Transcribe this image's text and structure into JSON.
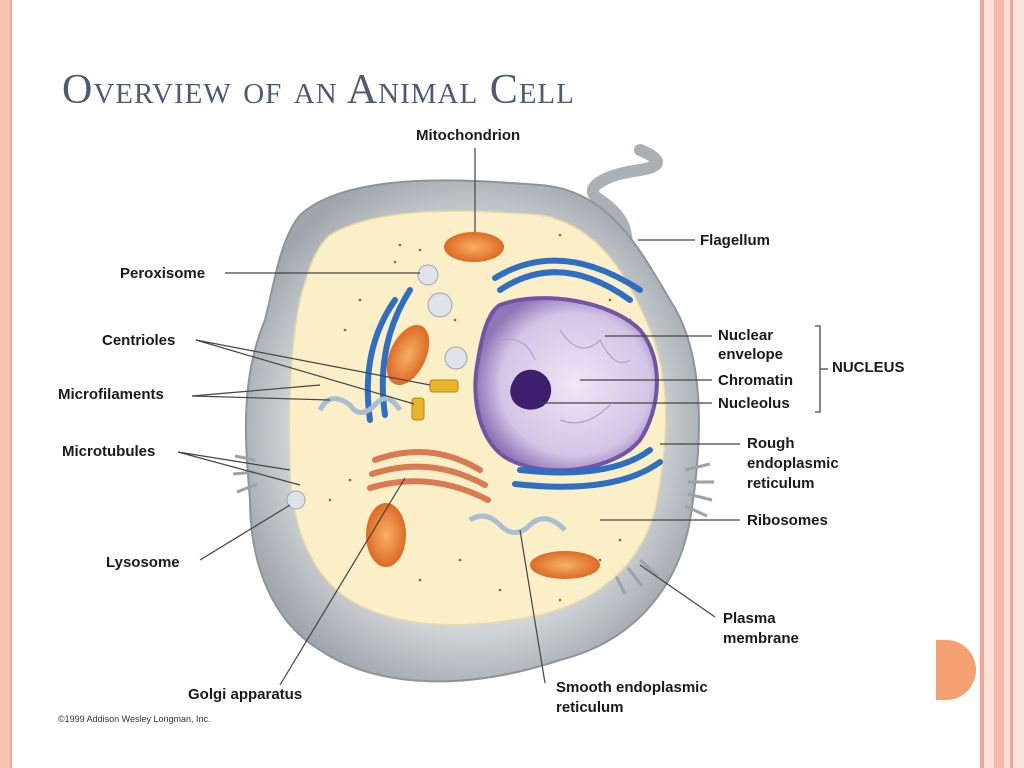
{
  "slide": {
    "title": "Overview of an Animal Cell",
    "copyright": "©1999 Addison Wesley Longman, Inc."
  },
  "labels": {
    "mitochondrion": "Mitochondrion",
    "flagellum": "Flagellum",
    "peroxisome": "Peroxisome",
    "centrioles": "Centrioles",
    "microfilaments": "Microfilaments",
    "microtubules": "Microtubules",
    "lysosome": "Lysosome",
    "golgi_apparatus": "Golgi apparatus",
    "nuclear_envelope_1": "Nuclear",
    "nuclear_envelope_2": "envelope",
    "chromatin": "Chromatin",
    "nucleolus": "Nucleolus",
    "nucleus": "NUCLEUS",
    "rough_er_1": "Rough",
    "rough_er_2": "endoplasmic",
    "rough_er_3": "reticulum",
    "ribosomes": "Ribosomes",
    "plasma_membrane_1": "Plasma",
    "plasma_membrane_2": "membrane",
    "smooth_er_1": "Smooth endoplasmic",
    "smooth_er_2": "reticulum"
  },
  "colors": {
    "title": "#4b5b73",
    "frame_accent": "#f2a791",
    "tab": "#f4a070",
    "cytoplasm": "#fbefc8",
    "membrane": "#b9bfc4",
    "nucleus": "#9b86c2",
    "er": "#2f6fc2",
    "mitochondrion": "#e8762b"
  }
}
